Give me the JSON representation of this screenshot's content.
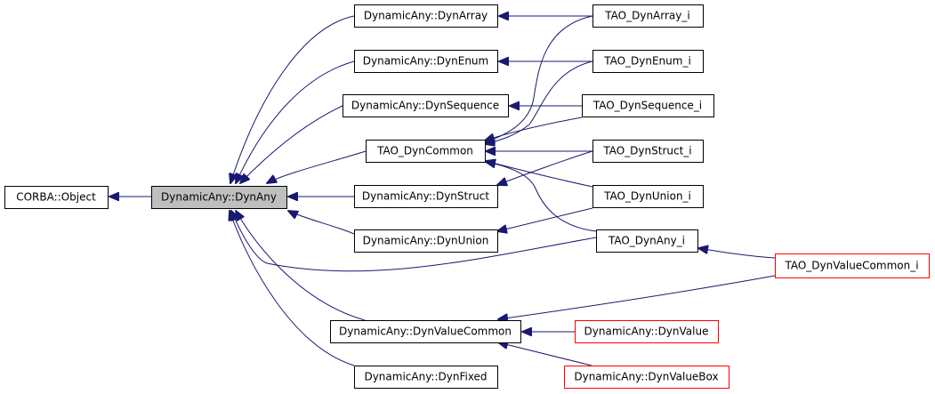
{
  "diagram": {
    "colors": {
      "edge": "#191970",
      "node_border": "#000000",
      "node_fill": "#ffffff",
      "focus_fill": "#bfbfbf",
      "truncated_border": "#ff0000"
    },
    "nodes": [
      {
        "id": "corba-object",
        "label": "CORBA::Object"
      },
      {
        "id": "dynany",
        "label": "DynamicAny::DynAny",
        "focus": true
      },
      {
        "id": "dynarray",
        "label": "DynamicAny::DynArray"
      },
      {
        "id": "dynenum",
        "label": "DynamicAny::DynEnum"
      },
      {
        "id": "dynsequence",
        "label": "DynamicAny::DynSequence"
      },
      {
        "id": "tao-dyncommon",
        "label": "TAO_DynCommon"
      },
      {
        "id": "dynstruct",
        "label": "DynamicAny::DynStruct"
      },
      {
        "id": "dynunion",
        "label": "DynamicAny::DynUnion"
      },
      {
        "id": "dynvaluecommon",
        "label": "DynamicAny::DynValueCommon"
      },
      {
        "id": "dynfixed",
        "label": "DynamicAny::DynFixed"
      },
      {
        "id": "tao-dynarray-i",
        "label": "TAO_DynArray_i"
      },
      {
        "id": "tao-dynenum-i",
        "label": "TAO_DynEnum_i"
      },
      {
        "id": "tao-dynsequence-i",
        "label": "TAO_DynSequence_i"
      },
      {
        "id": "tao-dynstruct-i",
        "label": "TAO_DynStruct_i"
      },
      {
        "id": "tao-dynunion-i",
        "label": "TAO_DynUnion_i"
      },
      {
        "id": "tao-dynany-i",
        "label": "TAO_DynAny_i"
      },
      {
        "id": "tao-dynvaluecommon-i",
        "label": "TAO_DynValueCommon_i",
        "truncated": true
      },
      {
        "id": "dynvalue",
        "label": "DynamicAny::DynValue",
        "truncated": true
      },
      {
        "id": "dynvaluebox",
        "label": "DynamicAny::DynValueBox",
        "truncated": true
      }
    ],
    "edges": [
      {
        "from": "dynany",
        "to": "corba-object"
      },
      {
        "from": "dynarray",
        "to": "dynany"
      },
      {
        "from": "dynenum",
        "to": "dynany"
      },
      {
        "from": "dynsequence",
        "to": "dynany"
      },
      {
        "from": "tao-dyncommon",
        "to": "dynany"
      },
      {
        "from": "dynstruct",
        "to": "dynany"
      },
      {
        "from": "dynunion",
        "to": "dynany"
      },
      {
        "from": "tao-dynany-i",
        "to": "dynany"
      },
      {
        "from": "dynvaluecommon",
        "to": "dynany"
      },
      {
        "from": "dynfixed",
        "to": "dynany"
      },
      {
        "from": "tao-dynarray-i",
        "to": "dynarray"
      },
      {
        "from": "tao-dynenum-i",
        "to": "dynenum"
      },
      {
        "from": "tao-dynsequence-i",
        "to": "dynsequence"
      },
      {
        "from": "tao-dynstruct-i",
        "to": "dynstruct"
      },
      {
        "from": "tao-dynunion-i",
        "to": "dynunion"
      },
      {
        "from": "tao-dynarray-i",
        "to": "tao-dyncommon"
      },
      {
        "from": "tao-dynenum-i",
        "to": "tao-dyncommon"
      },
      {
        "from": "tao-dynsequence-i",
        "to": "tao-dyncommon"
      },
      {
        "from": "tao-dynstruct-i",
        "to": "tao-dyncommon"
      },
      {
        "from": "tao-dynunion-i",
        "to": "tao-dyncommon"
      },
      {
        "from": "tao-dynany-i",
        "to": "tao-dyncommon"
      },
      {
        "from": "tao-dynvaluecommon-i",
        "to": "tao-dynany-i"
      },
      {
        "from": "tao-dynvaluecommon-i",
        "to": "dynvaluecommon"
      },
      {
        "from": "dynvalue",
        "to": "dynvaluecommon"
      },
      {
        "from": "dynvaluebox",
        "to": "dynvaluecommon"
      }
    ]
  }
}
